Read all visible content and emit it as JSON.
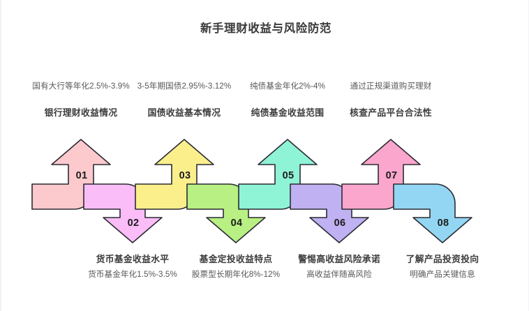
{
  "header": {
    "title": "新手理财收益与风险防范"
  },
  "theme": {
    "background": "#ffffff",
    "title_color": "#3a3a3c",
    "heading_color": "#3c3c3e",
    "detail_color": "#58585a",
    "outline_color": "#2b2b33"
  },
  "steps": [
    {
      "number": "01",
      "heading": "银行理财收益情况",
      "detail": "国有大行等年化2.5%-3.9%",
      "color": "#fcc9cd",
      "direction": "up",
      "label_position": "top"
    },
    {
      "number": "02",
      "heading": "货币基金收益水平",
      "detail": "货币基金年化1.5%-3.5%",
      "color": "#fabdf7",
      "direction": "down",
      "label_position": "bottom"
    },
    {
      "number": "03",
      "heading": "国债收益基本情况",
      "detail": "3-5年期国债2.95%-3.12%",
      "color": "#fbef8c",
      "direction": "up",
      "label_position": "top"
    },
    {
      "number": "04",
      "heading": "基金定投收益特点",
      "detail": "股票型长期年化8%-12%",
      "color": "#b8f083",
      "direction": "down",
      "label_position": "bottom"
    },
    {
      "number": "05",
      "heading": "纯债基金收益范围",
      "detail": "纯债基金年化2%-4%",
      "color": "#8ff3d6",
      "direction": "up",
      "label_position": "top"
    },
    {
      "number": "06",
      "heading": "警惕高收益风险承诺",
      "detail": "高收益伴随高风险",
      "color": "#bfb1f2",
      "direction": "down",
      "label_position": "bottom"
    },
    {
      "number": "07",
      "heading": "核查产品平台合法性",
      "detail": "通过正规渠道购买理财",
      "color": "#fba6cd",
      "direction": "up",
      "label_position": "top"
    },
    {
      "number": "08",
      "heading": "了解产品投资投向",
      "detail": "明确产品关键信息",
      "color": "#93d6f3",
      "direction": "down",
      "label_position": "bottom"
    }
  ]
}
